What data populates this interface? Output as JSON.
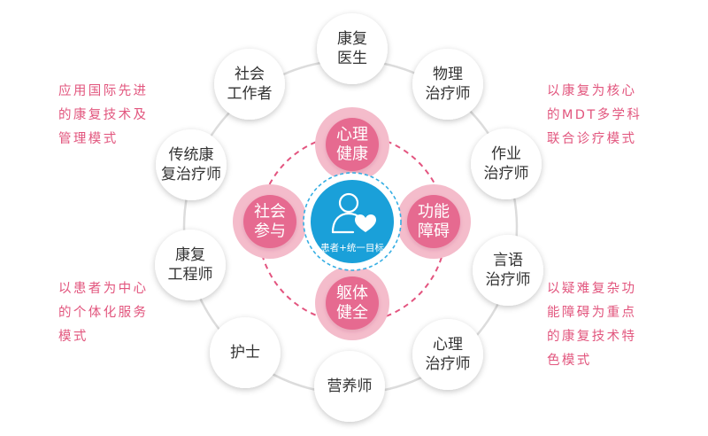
{
  "center": {
    "label": "患者+统一目标"
  },
  "inner_nodes": [
    {
      "id": "top",
      "lines": [
        "心理",
        "健康"
      ]
    },
    {
      "id": "right",
      "lines": [
        "功能",
        "障碍"
      ]
    },
    {
      "id": "bottom",
      "lines": [
        "躯体",
        "健全"
      ]
    },
    {
      "id": "left",
      "lines": [
        "社会",
        "参与"
      ]
    }
  ],
  "outer_nodes": [
    {
      "id": "rehab-doctor",
      "lines": [
        "康复",
        "医生"
      ]
    },
    {
      "id": "physiotherapist",
      "lines": [
        "物理",
        "治疗师"
      ]
    },
    {
      "id": "occupational-therapist",
      "lines": [
        "作业",
        "治疗师"
      ]
    },
    {
      "id": "speech-therapist",
      "lines": [
        "言语",
        "治疗师"
      ]
    },
    {
      "id": "psychotherapist",
      "lines": [
        "心理",
        "治疗师"
      ]
    },
    {
      "id": "nutritionist",
      "lines": [
        "营养师"
      ]
    },
    {
      "id": "nurse",
      "lines": [
        "护士"
      ]
    },
    {
      "id": "rehab-engineer",
      "lines": [
        "康复",
        "工程师"
      ]
    },
    {
      "id": "tcm-rehab-therapist",
      "lines": [
        "传统康",
        "复治疗师"
      ]
    },
    {
      "id": "social-worker",
      "lines": [
        "社会",
        "工作者"
      ]
    }
  ],
  "notes": {
    "top_left": "应用国际先进\n的康复技术及\n管理模式",
    "bottom_left": "以患者为中心\n的个体化服务\n模式",
    "top_right": "以康复为核心\n的MDT多学科\n联合诊疗模式",
    "bottom_right": "以疑难复杂功\n能障碍为重点\n的康复技术特\n色模式"
  },
  "colors": {
    "pink_text": "#e2567e",
    "pink_node": "#e66b90",
    "pink_halo": "#f4bccb",
    "dashed_ring": "#e3547f",
    "center_blue": "#1aa0d9",
    "center_ring": "#35aee3",
    "outer_ring": "#d9d9d9",
    "node_text": "#333333"
  }
}
